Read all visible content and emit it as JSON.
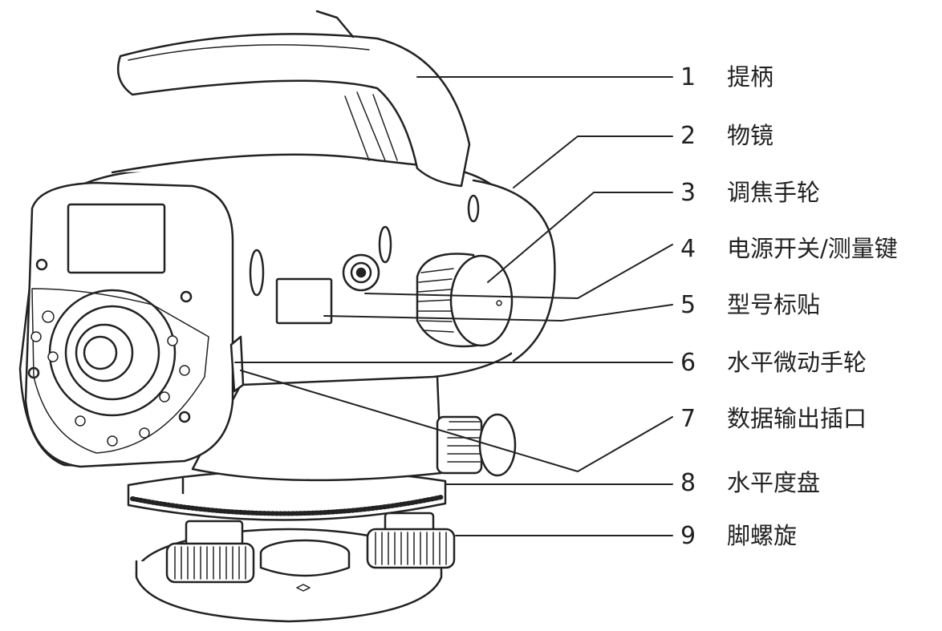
{
  "labels": [
    {
      "number": "1",
      "text": "提柄"
    },
    {
      "number": "2",
      "text": "物镜"
    },
    {
      "number": "3",
      "text": "调焦手轮"
    },
    {
      "number": "4",
      "text": "电源开关/测量键"
    },
    {
      "number": "5",
      "text": "型号标贴"
    },
    {
      "number": "6",
      "text": "水平微动手轮"
    },
    {
      "number": "7",
      "text": "数据输出插口"
    },
    {
      "number": "8",
      "text": "水平度盘"
    },
    {
      "number": "9",
      "text": "脚螺旋"
    }
  ],
  "colors": {
    "line": "#222222",
    "fill": "#ffffff",
    "shade": "#f2f2f2"
  }
}
